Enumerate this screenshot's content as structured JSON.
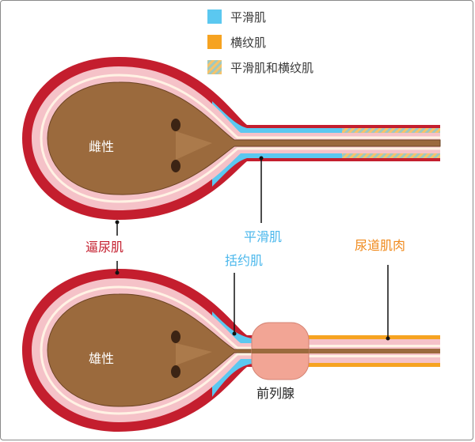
{
  "legend": [
    {
      "label": "平滑肌",
      "color": "#5bc8f0",
      "pattern": "solid"
    },
    {
      "label": "横纹肌",
      "color": "#f6a321",
      "pattern": "solid"
    },
    {
      "label": "平滑肌和横纹肌",
      "color": "#f6a321",
      "pattern": "hatched"
    }
  ],
  "labels": {
    "female": "雌性",
    "male": "雄性",
    "detrusor": "逼尿肌",
    "smooth_muscle": "平滑肌",
    "sphincter": "括约肌",
    "urethral_muscle": "尿道肌肉",
    "prostate": "前列腺"
  },
  "colors": {
    "detrusor": "#c41e2e",
    "smooth": "#5bc8f0",
    "striated": "#f6a321",
    "urothelium": "#f5c2c8",
    "lumen": "#9b6a3d",
    "prostate": "#f2a595",
    "label_red": "#c41e2e",
    "label_blue": "#4cb8ec",
    "label_orange": "#f08a1c",
    "label_dark": "#222222"
  }
}
